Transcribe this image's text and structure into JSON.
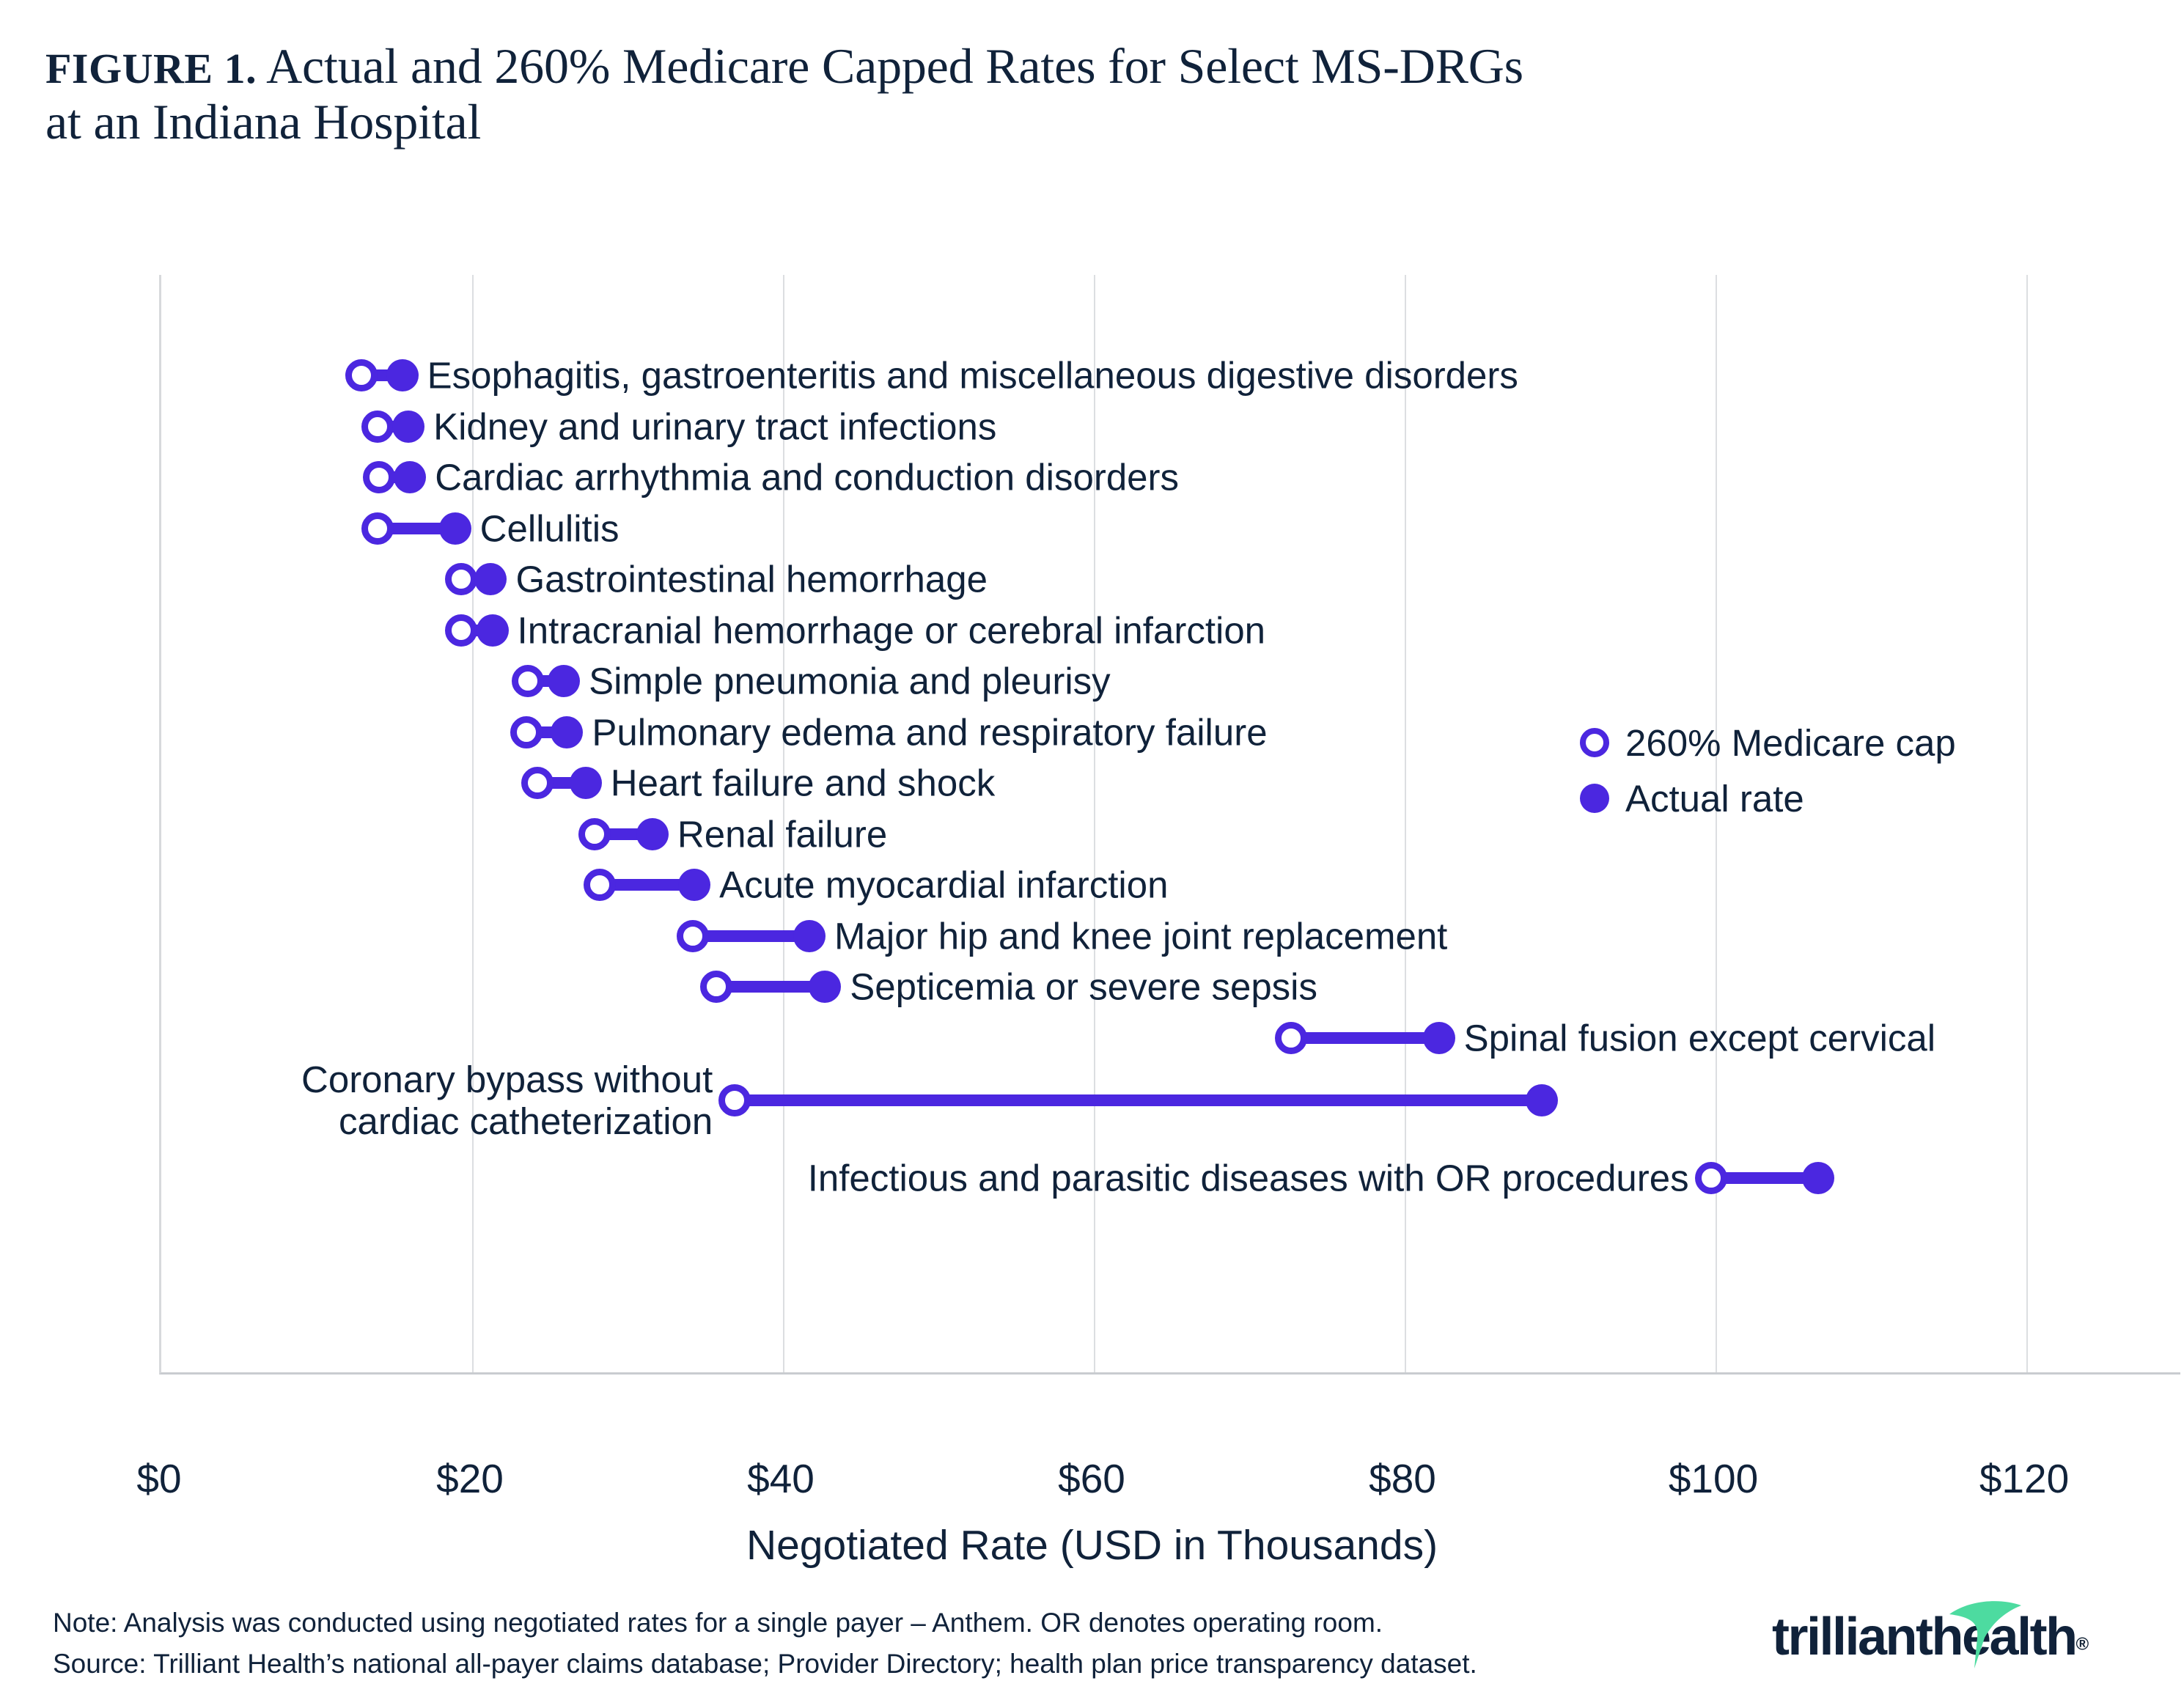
{
  "title": {
    "figure_label": "FIGURE 1.",
    "line1": "Actual and 260% Medicare Capped Rates for Select MS-DRGs",
    "line2": "at an Indiana Hospital"
  },
  "legend": {
    "cap_label": "260% Medicare cap",
    "actual_label": "Actual rate"
  },
  "axis": {
    "title": "Negotiated Rate (USD in Thousands)",
    "ticks": [
      "$0",
      "$20",
      "$40",
      "$60",
      "$80",
      "$100",
      "$120"
    ]
  },
  "footer": {
    "note": "Note: Analysis was conducted using negotiated rates for a single payer – Anthem. OR denotes operating room.",
    "source": "Source: Trilliant Health’s national all-payer claims database; Provider Directory; health plan price transparency dataset."
  },
  "logo": {
    "word1": "trilliant",
    "word2": "health",
    "registered": "®",
    "brand_dark": "#10223a",
    "brand_green": "#4ddba0"
  },
  "colors": {
    "accent": "#4b27e0",
    "text": "#10223a",
    "grid": "#dcdee1"
  },
  "chart_data": {
    "type": "bar",
    "subtype": "dumbbell",
    "title": "Actual and 260% Medicare Capped Rates for Select MS-DRGs at an Indiana Hospital",
    "xlabel": "Negotiated Rate (USD in Thousands)",
    "ylabel": "",
    "xlim": [
      0,
      126
    ],
    "xticks": [
      0,
      20,
      40,
      60,
      80,
      100,
      120
    ],
    "grid": "vertical",
    "legend_position": "right-middle",
    "series": [
      {
        "name": "260% Medicare cap",
        "style": "open-circle"
      },
      {
        "name": "Actual rate",
        "style": "filled-circle"
      }
    ],
    "categories": [
      "Esophagitis, gastroenteritis and miscellaneous digestive disorders",
      "Kidney and urinary tract infections",
      "Cardiac arrhythmia and conduction disorders",
      "Cellulitis",
      "Gastrointestinal hemorrhage",
      "Intracranial hemorrhage or cerebral infarction",
      "Simple pneumonia and pleurisy",
      "Pulmonary edema and respiratory failure",
      "Heart failure and shock",
      "Renal failure",
      "Acute myocardial infarction",
      "Major hip and knee joint replacement",
      "Septicemia or severe sepsis",
      "Spinal fusion except cervical",
      "Coronary bypass without cardiac catheterization",
      "Infectious and parasitic diseases with OR procedures"
    ],
    "cap_values": [
      12.9,
      13.9,
      14.0,
      13.9,
      19.3,
      19.3,
      23.6,
      23.5,
      24.2,
      27.9,
      28.2,
      34.2,
      35.7,
      72.7,
      36.9,
      99.7
    ],
    "actual_values": [
      15.5,
      15.9,
      16.0,
      18.9,
      21.2,
      21.3,
      25.9,
      26.1,
      27.3,
      31.6,
      34.3,
      41.7,
      42.7,
      82.2,
      88.8,
      106.6
    ]
  },
  "rows": [
    {
      "label": "Esophagitis, gastroenteritis and miscellaneous digestive disorders",
      "cap": 12.9,
      "actual": 15.5,
      "label_side": "right"
    },
    {
      "label": "Kidney and urinary tract infections",
      "cap": 13.9,
      "actual": 15.9,
      "label_side": "right"
    },
    {
      "label": "Cardiac arrhythmia and conduction disorders",
      "cap": 14.0,
      "actual": 16.0,
      "label_side": "right"
    },
    {
      "label": "Cellulitis",
      "cap": 13.9,
      "actual": 18.9,
      "label_side": "right"
    },
    {
      "label": "Gastrointestinal hemorrhage",
      "cap": 19.3,
      "actual": 21.2,
      "label_side": "right"
    },
    {
      "label": "Intracranial hemorrhage or cerebral infarction",
      "cap": 19.3,
      "actual": 21.3,
      "label_side": "right"
    },
    {
      "label": "Simple pneumonia and pleurisy",
      "cap": 23.6,
      "actual": 25.9,
      "label_side": "right"
    },
    {
      "label": "Pulmonary edema and respiratory failure",
      "cap": 23.5,
      "actual": 26.1,
      "label_side": "right"
    },
    {
      "label": "Heart failure and shock",
      "cap": 24.2,
      "actual": 27.3,
      "label_side": "right"
    },
    {
      "label": "Renal failure",
      "cap": 27.9,
      "actual": 31.6,
      "label_side": "right"
    },
    {
      "label": "Acute myocardial infarction",
      "cap": 28.2,
      "actual": 34.3,
      "label_side": "right"
    },
    {
      "label": "Major hip and knee joint replacement",
      "cap": 34.2,
      "actual": 41.7,
      "label_side": "right"
    },
    {
      "label": "Septicemia or severe sepsis",
      "cap": 35.7,
      "actual": 42.7,
      "label_side": "right"
    },
    {
      "label": "Spinal fusion except cervical",
      "cap": 72.7,
      "actual": 82.2,
      "label_side": "right"
    },
    {
      "label": "Coronary bypass without\ncardiac catheterization",
      "cap": 36.9,
      "actual": 88.8,
      "label_side": "left"
    },
    {
      "label": "Infectious and parasitic diseases with OR procedures",
      "cap": 99.7,
      "actual": 106.6,
      "label_side": "left"
    }
  ]
}
